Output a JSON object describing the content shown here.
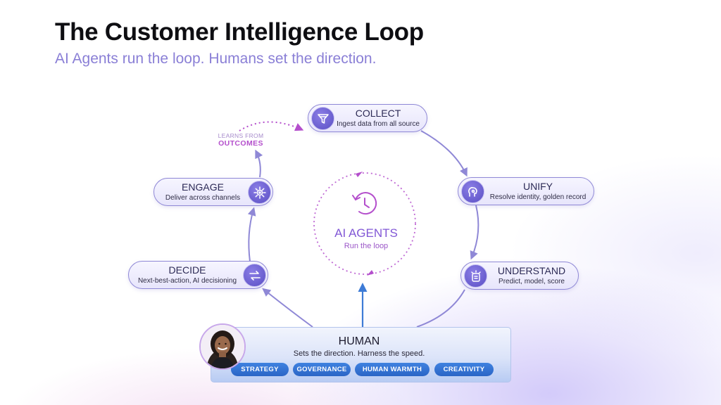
{
  "header": {
    "title": "The Customer Intelligence Loop",
    "subtitle": "AI Agents run the loop. Humans set the direction."
  },
  "nodes": {
    "collect": {
      "name": "COLLECT",
      "desc": "Ingest data from all source",
      "icon": "funnel-icon"
    },
    "unify": {
      "name": "UNIFY",
      "desc": "Resolve identity, golden record",
      "icon": "identity-icon"
    },
    "understand": {
      "name": "UNDERSTAND",
      "desc": "Predict, model, score",
      "icon": "analytics-icon"
    },
    "decide": {
      "name": "DECIDE",
      "desc": "Next-best-action, AI decisioning",
      "icon": "decision-icon"
    },
    "engage": {
      "name": "ENGAGE",
      "desc": "Deliver across channels",
      "icon": "channels-icon"
    }
  },
  "feedback": {
    "line1": "LEARNS FROM",
    "line2": "OUTCOMES"
  },
  "center": {
    "title": "AI AGENTS",
    "subtitle": "Run the loop",
    "icon": "clock-cycle-icon"
  },
  "human": {
    "title": "HUMAN",
    "subtitle": "Sets the direction. Harness the speed.",
    "pills": [
      "STRATEGY",
      "GOVERNANCE",
      "HUMAN WARMTH",
      "CREATIVITY"
    ],
    "avatar": "person-avatar"
  },
  "colors": {
    "title": "#0e0e12",
    "subtitle": "#8a7fd6",
    "loop_arrow": "#8f88d6",
    "agents": "#8258d6",
    "feedback": "#b44fcc",
    "pill": "#2a65c6",
    "human_arrow": "#3d7bd6"
  }
}
